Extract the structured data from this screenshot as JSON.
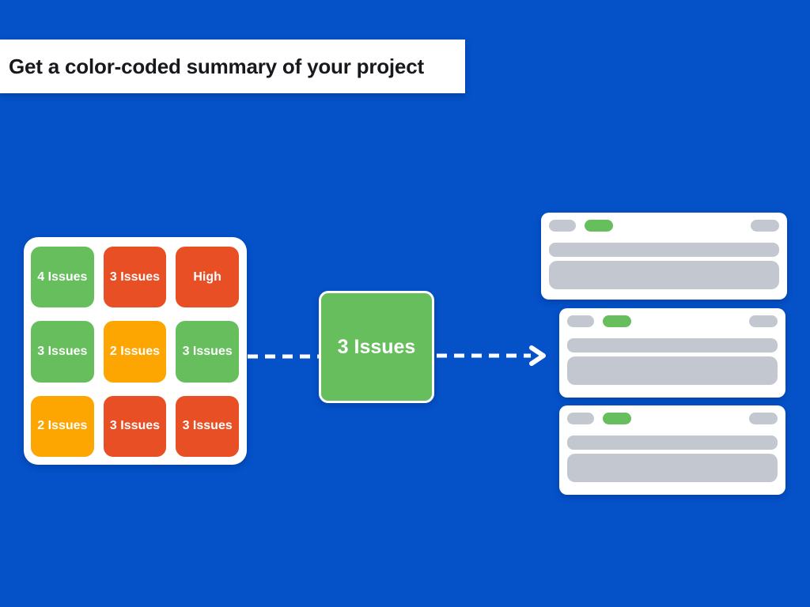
{
  "colors": {
    "background": "#0451C8",
    "green": "#66BE5D",
    "red": "#E94F25",
    "orange": "#FDA602",
    "gray": "#C3C8D0",
    "banner_background": "#FFFFFF",
    "banner_text": "#17191C",
    "tile_text": "#FFFFFF",
    "arrow": "#FFFFFF"
  },
  "banner": {
    "title": "Get a color-coded summary of your project"
  },
  "grid": {
    "tiles": [
      {
        "label": "4 Issues",
        "color": "green"
      },
      {
        "label": "3 Issues",
        "color": "red"
      },
      {
        "label": "High",
        "color": "red"
      },
      {
        "label": "3 Issues",
        "color": "green"
      },
      {
        "label": "2 Issues",
        "color": "orange"
      },
      {
        "label": "3 Issues",
        "color": "green"
      },
      {
        "label": "2 Issues",
        "color": "orange"
      },
      {
        "label": "3 Issues",
        "color": "red"
      },
      {
        "label": "3 Issues",
        "color": "red"
      }
    ]
  },
  "summary_box": {
    "label": "3 Issues",
    "color": "green"
  },
  "arrows": {
    "style": "dashed",
    "color": "#FFFFFF"
  },
  "cards": [
    {
      "pills": [
        "gray",
        "green",
        "gray"
      ],
      "bars": [
        "line",
        "block"
      ]
    },
    {
      "pills": [
        "gray",
        "green",
        "gray"
      ],
      "bars": [
        "line",
        "block"
      ]
    },
    {
      "pills": [
        "gray",
        "green",
        "gray"
      ],
      "bars": [
        "line",
        "block"
      ]
    }
  ]
}
